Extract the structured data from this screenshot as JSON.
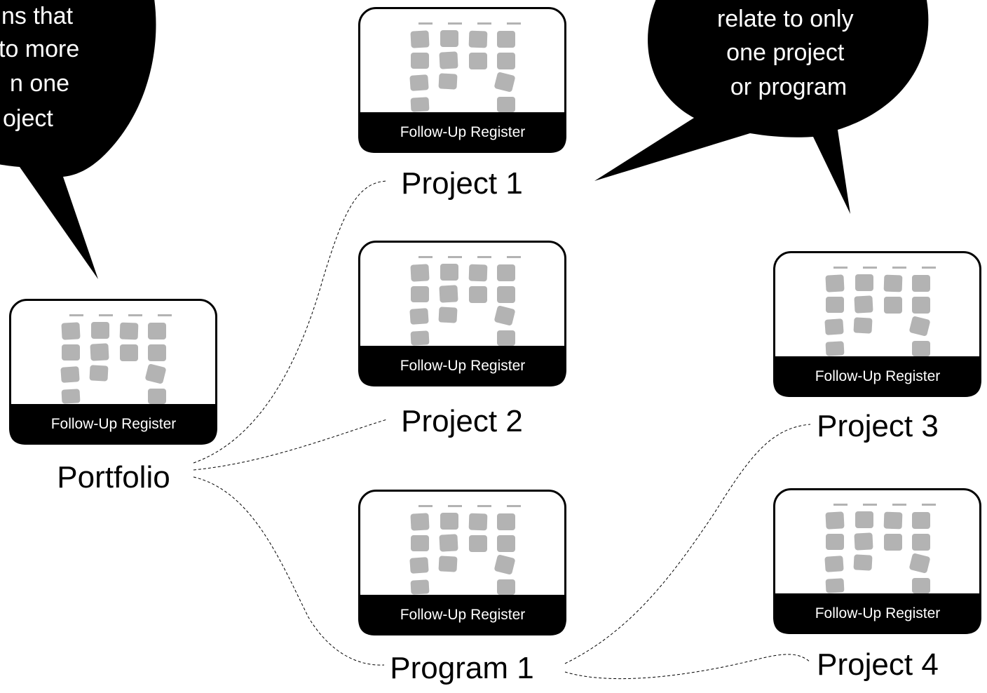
{
  "bubbles": {
    "left_lines": [
      "ns that",
      " to more",
      "n one",
      "oject"
    ],
    "right_lines": [
      "relate to only",
      "one project",
      "or program"
    ]
  },
  "card_label": "Follow-Up Register",
  "nodes": {
    "portfolio": "Portfolio",
    "project1": "Project 1",
    "project2": "Project 2",
    "program1": "Program 1",
    "project3": "Project 3",
    "project4": "Project 4"
  },
  "colors": {
    "card_border": "#000000",
    "card_footer": "#000000",
    "sticky_note": "#b3b3b3",
    "connector": "#000000",
    "bubble": "#000000",
    "bubble_text": "#ffffff"
  }
}
